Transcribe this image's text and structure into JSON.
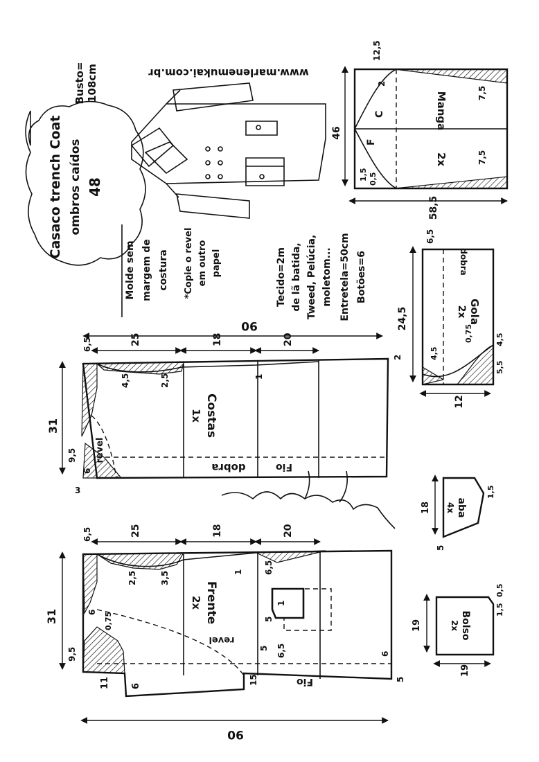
{
  "title": {
    "line1": "Casaco trench Coat",
    "line2": "ombros caídos",
    "size": "48"
  },
  "bust": {
    "label": "Busto=",
    "value": "108cm"
  },
  "website": "www.marlenemukai.com.br",
  "notes": {
    "mold_line1": "Molde sem",
    "mold_line2": "margem de",
    "mold_line3": "costura",
    "copy_line1": "*Copie o revel",
    "copy_line2": "em outro",
    "copy_line3": "papel"
  },
  "materials": {
    "fabric_line1": "Tecido=2m",
    "fabric_line2": "de lã batida,",
    "fabric_line3": "Tweed, Pelúcia,",
    "fabric_line4": "moletom...",
    "interfacing": "Entretela=50cm",
    "buttons": "Botões=6"
  },
  "pieces": {
    "back": {
      "name": "Costas",
      "count": "1x",
      "fold": "dobra",
      "grain": "Fio",
      "facing": "revel"
    },
    "front": {
      "name": "Frente",
      "count": "2x",
      "grain": "Fio",
      "facing": "revel"
    },
    "sleeve": {
      "name": "Manga",
      "count": "2x",
      "front_mark": "F",
      "back_mark": "C"
    },
    "collar": {
      "name": "Gola",
      "count": "2x",
      "fold": "dobra"
    },
    "flap": {
      "name": "aba",
      "count": "4x"
    },
    "pocket": {
      "name": "Bolso",
      "count": "2x"
    }
  },
  "measurements": {
    "back": {
      "length": "90",
      "width": "31",
      "m_65": "6,5",
      "m_25": "25",
      "m_18": "18",
      "m_20": "20",
      "m_2": "2",
      "m_45": "4,5",
      "m_25b": "2,5",
      "m_1": "1",
      "m_95": "9,5",
      "m_6": "6",
      "m_3": "3"
    },
    "front": {
      "length": "90",
      "width": "31",
      "m_65": "6,5",
      "m_25": "25",
      "m_18": "18",
      "m_20": "20",
      "m_25b": "2,5",
      "m_35": "3,5",
      "m_1": "1",
      "m_5": "5",
      "m_65b": "6,5",
      "m_6a": "6",
      "m_075": "0,75",
      "m_95": "9,5",
      "m_11": "11",
      "m_6b": "6",
      "m_15": "15",
      "m_5b": "5",
      "m_6c": "6",
      "m_65c": "6,5",
      "m_5c": "5",
      "m_1b": "1"
    },
    "sleeve": {
      "length": "58,5",
      "width": "46",
      "m_125": "12,5",
      "m_2": "2",
      "m_75a": "7,5",
      "m_75b": "7,5",
      "m_15": "1,5",
      "m_05": "0,5"
    },
    "collar": {
      "length": "24,5",
      "width": "12",
      "m_65": "6,5",
      "m_45a": "4,5",
      "m_45b": "4,5",
      "m_075": "0,75",
      "m_55": "5,5"
    },
    "flap": {
      "length": "18",
      "m_5": "5",
      "m_15": "1,5"
    },
    "pocket": {
      "length": "19",
      "m_19": "19",
      "m_15": "1,5",
      "m_05": "0,5"
    }
  }
}
